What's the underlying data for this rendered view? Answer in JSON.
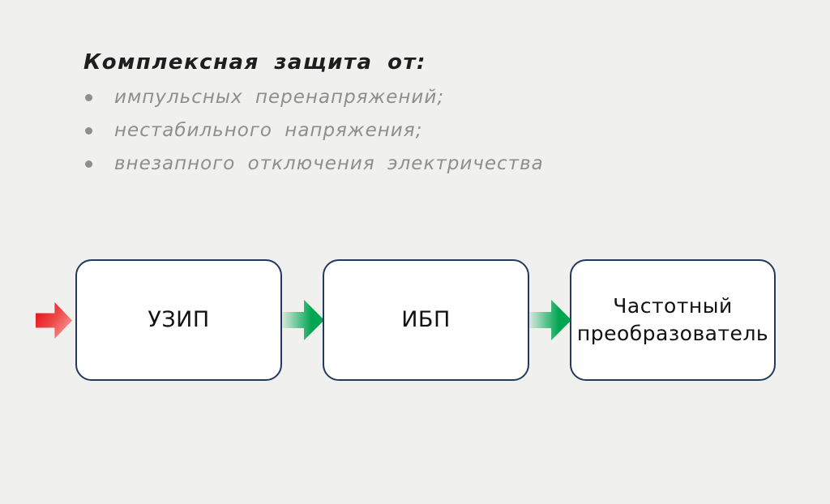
{
  "page": {
    "background_color": "#f0f0ef"
  },
  "header": {
    "title": "Комплексная защита от:",
    "bullets": [
      "импульсных перенапряжений;",
      "нестабильного напряжения;",
      "внезапного отключения электричества"
    ]
  },
  "flow": {
    "nodes": [
      {
        "label": "УЗИП"
      },
      {
        "label": "ИБП"
      },
      {
        "label": "Частотный преобразователь"
      }
    ],
    "arrows": [
      {
        "name": "input-arrow",
        "direction": "right",
        "color": "#e8191f",
        "style": "red fading to pink"
      },
      {
        "name": "flow-arrow-1",
        "direction": "right",
        "color": "#00a651",
        "style": "pale green fading to solid green"
      },
      {
        "name": "flow-arrow-2",
        "direction": "right",
        "color": "#00a651",
        "style": "pale green fading to solid green"
      }
    ]
  },
  "colors": {
    "title_text": "#1e1e1e",
    "bullet_text": "#8e8e8e",
    "box_fill": "#ffffff",
    "box_border": "#24395c",
    "arrow_red": "#e8191f",
    "arrow_green": "#00a651"
  }
}
